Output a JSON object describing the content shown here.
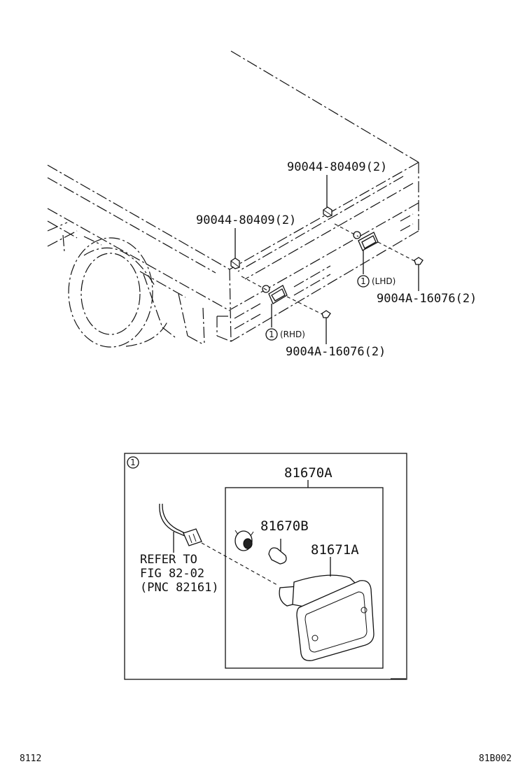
{
  "callouts": {
    "clip_upper": "90044-80409(2)",
    "clip_left": "90044-80409(2)",
    "screw_lhd": "9004A-16076(2)",
    "screw_rhd": "9004A-16076(2)",
    "ref_marker_lhd": "1",
    "ref_marker_rhd": "1",
    "lhd": "(LHD)",
    "rhd": "(RHD)"
  },
  "detail": {
    "marker": "1",
    "assembly": "81670A",
    "bulb_socket": "81670B",
    "lens": "81671A",
    "refer_line1": "REFER TO",
    "refer_line2": "FIG 82-02",
    "refer_line3": "(PNC 82161)"
  },
  "footer": {
    "left_code": "8112",
    "right_code": "81B002"
  }
}
